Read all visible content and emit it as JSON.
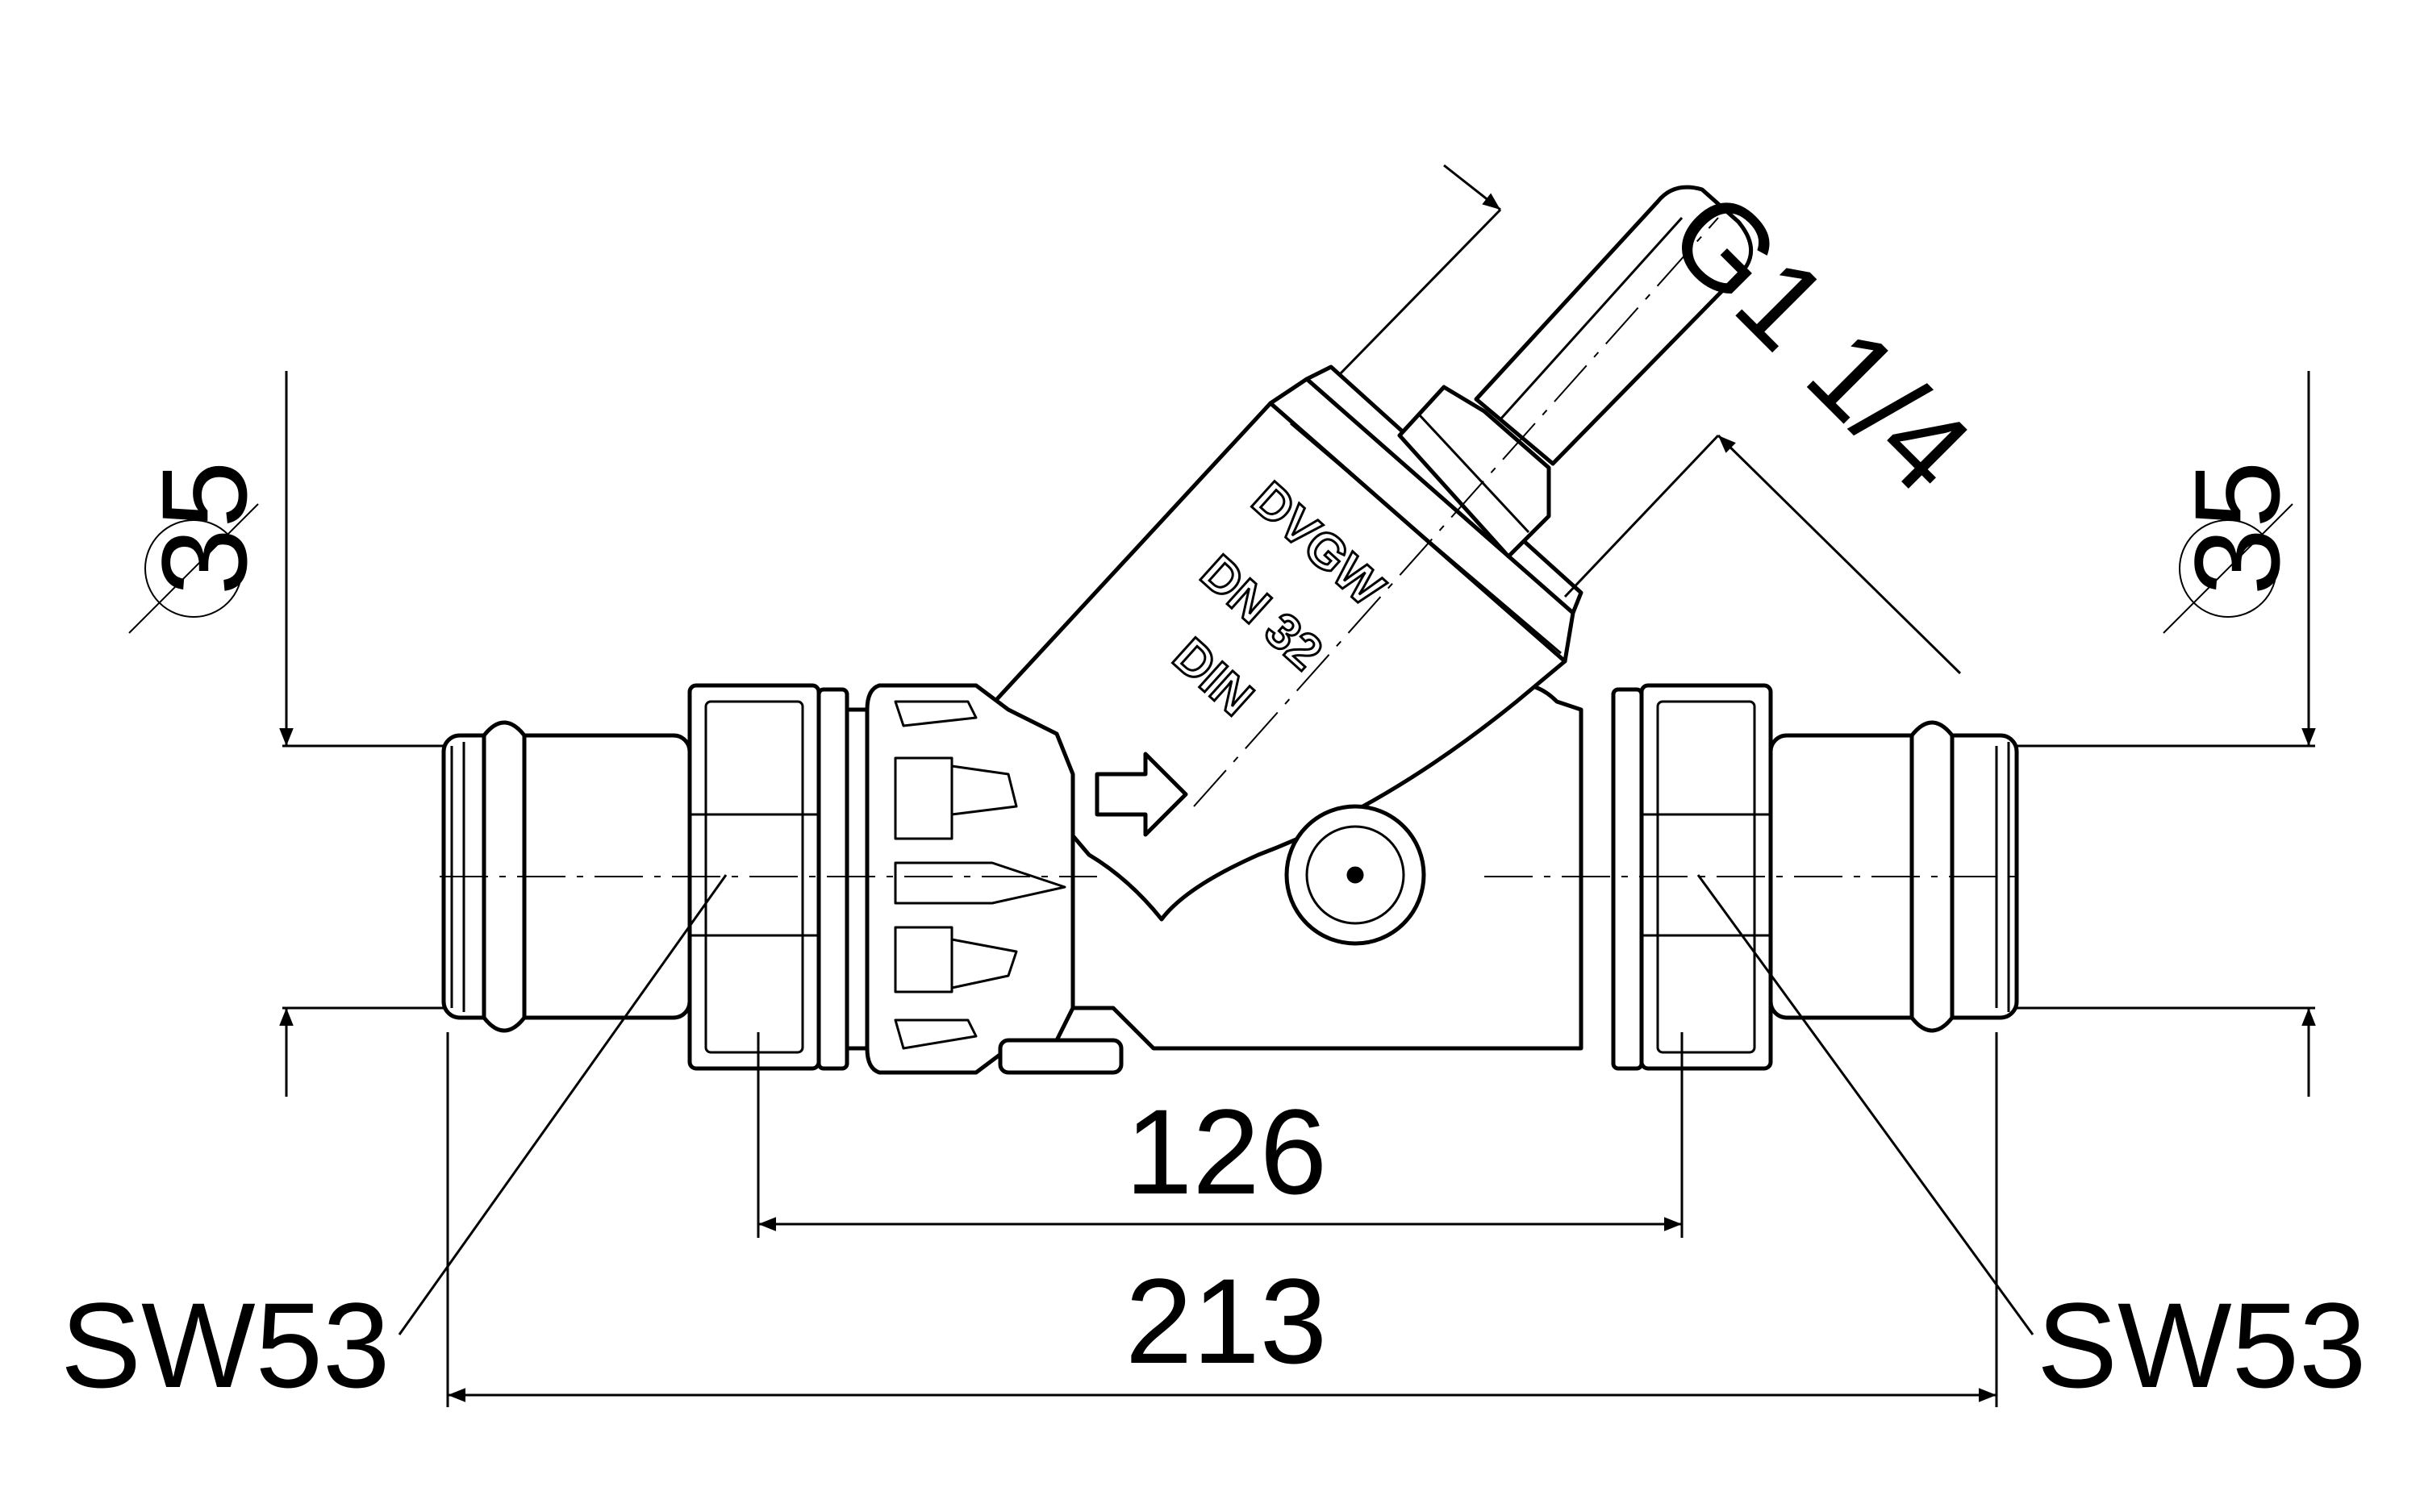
{
  "dimensions": {
    "left_diameter": "35",
    "right_diameter": "35",
    "thread": "G1 1/4",
    "nut_spacing": "126",
    "overall_length": "213",
    "left_wrench_size": "SW53",
    "right_wrench_size": "SW53"
  },
  "markings": {
    "approval": "DVGW",
    "nominal_size": "DN 32",
    "standard": "DIN"
  },
  "colors": {
    "line": "#000000",
    "background": "#ffffff"
  }
}
